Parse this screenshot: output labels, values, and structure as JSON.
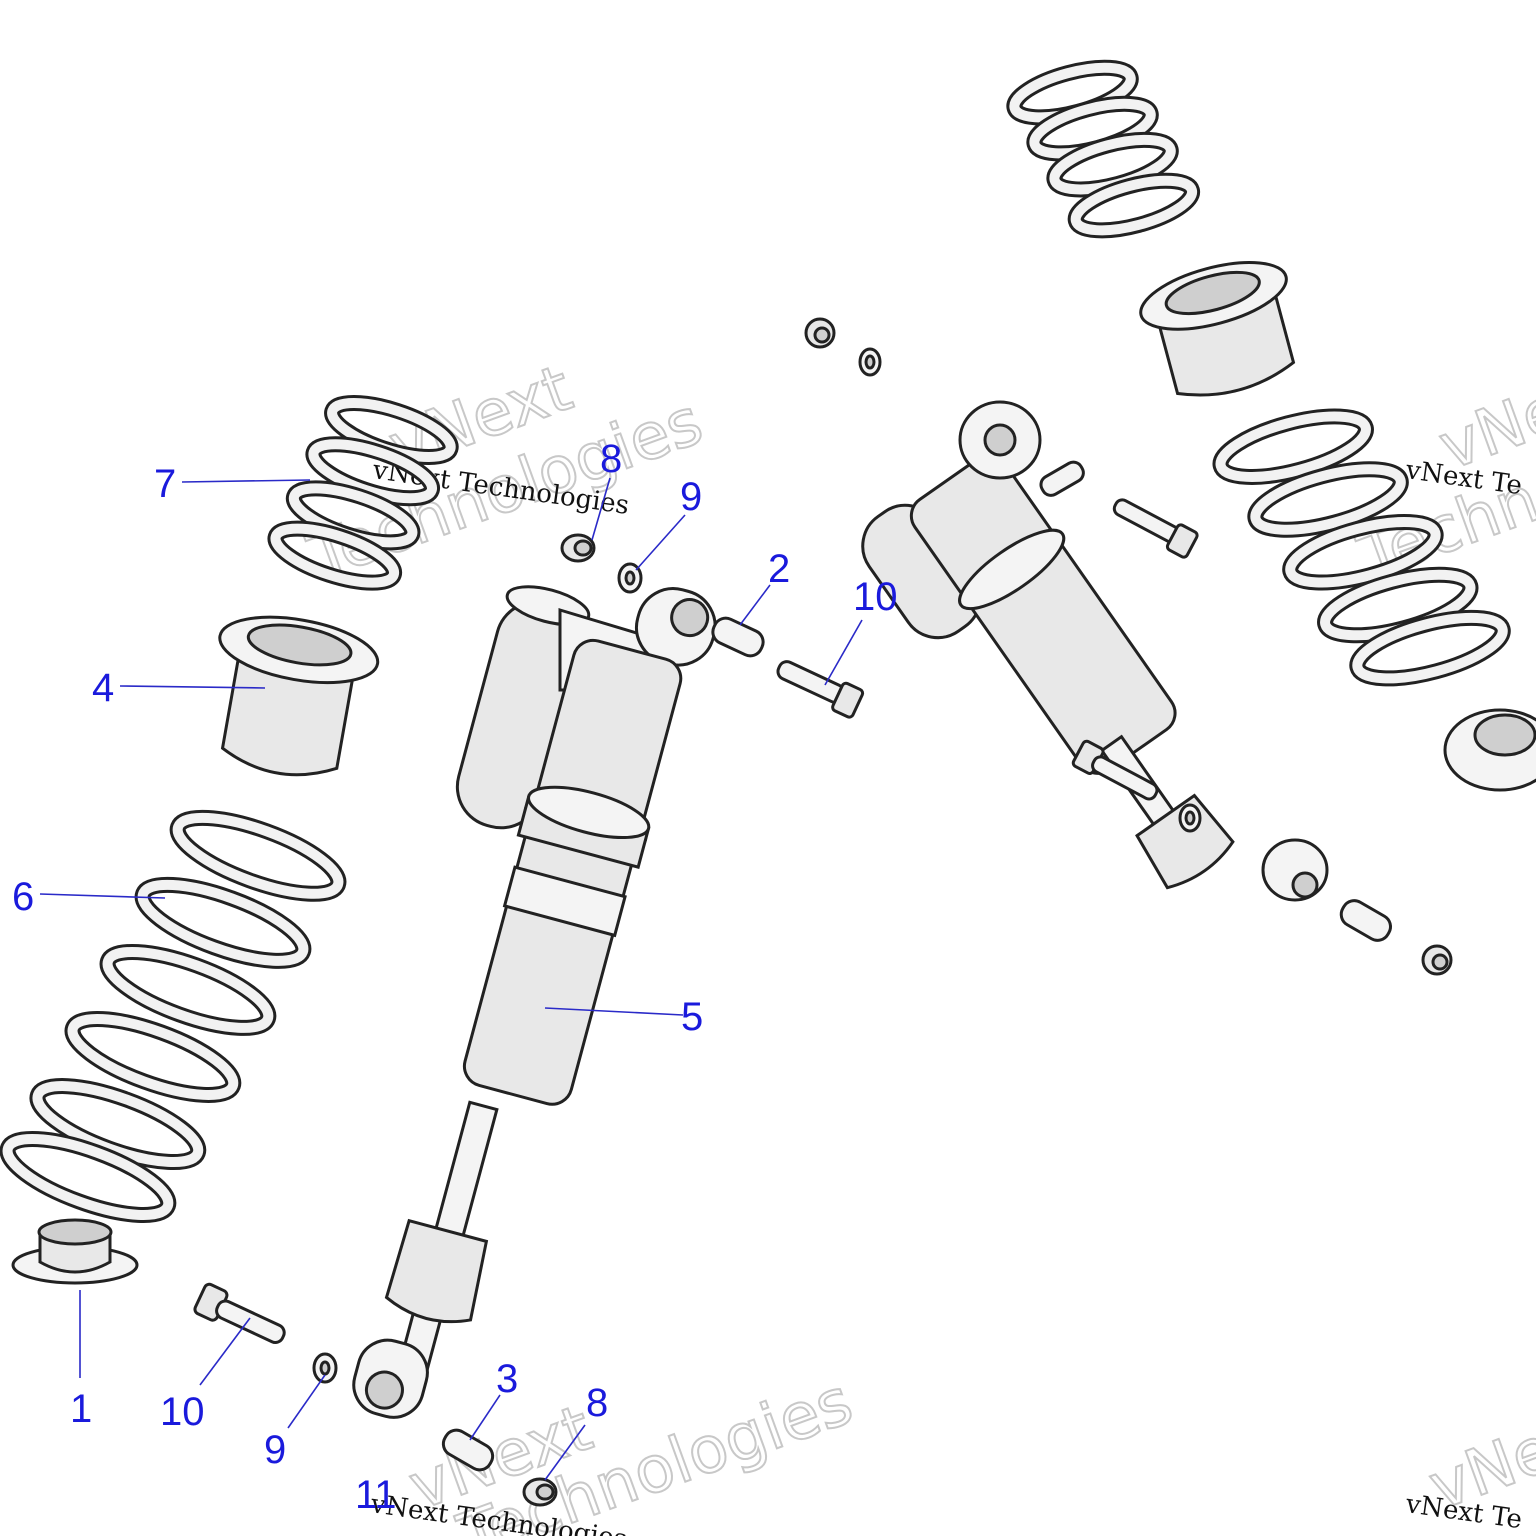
{
  "callouts": [
    {
      "id": "c1",
      "label": "1"
    },
    {
      "id": "c2",
      "label": "2"
    },
    {
      "id": "c3",
      "label": "3"
    },
    {
      "id": "c4",
      "label": "4"
    },
    {
      "id": "c5",
      "label": "5"
    },
    {
      "id": "c6",
      "label": "6"
    },
    {
      "id": "c7",
      "label": "7"
    },
    {
      "id": "c8a",
      "label": "8"
    },
    {
      "id": "c8b",
      "label": "8"
    },
    {
      "id": "c9a",
      "label": "9"
    },
    {
      "id": "c9b",
      "label": "9"
    },
    {
      "id": "c10a",
      "label": "10"
    },
    {
      "id": "c10b",
      "label": "10"
    },
    {
      "id": "c11",
      "label": "11"
    }
  ],
  "watermark": {
    "brand": "vNext",
    "word": "Technologies",
    "full": "vNext Technologies",
    "partial_right": "vNext Te",
    "partial_bottom": "vNext Technologies"
  }
}
